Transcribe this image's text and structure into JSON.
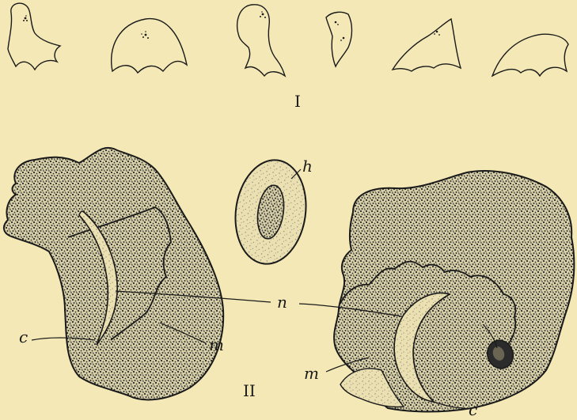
{
  "figure": {
    "panel_one_label": "I",
    "panel_two_label": "II",
    "labels": {
      "h": "h",
      "n": "n",
      "m_left": "m",
      "m_right": "m",
      "c_left": "c",
      "c_right": "c"
    }
  },
  "colors": {
    "paper": "#f4e9b6",
    "ink": "#1a1a1a",
    "stipple_dark": "#2b2b2b",
    "stipple_light": "#8a8470"
  }
}
